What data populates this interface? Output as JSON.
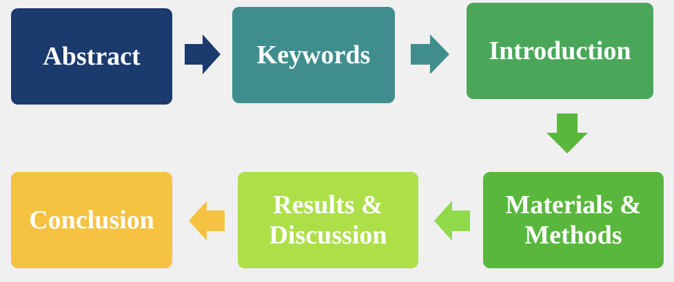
{
  "steps": [
    {
      "label": "Abstract",
      "color": "#1b3a6d"
    },
    {
      "label": "Keywords",
      "color": "#3f8e8d"
    },
    {
      "label": "Introduction",
      "color": "#4aa75a"
    },
    {
      "label": "Materials &\nMethods",
      "color": "#5ab73d"
    },
    {
      "label": "Results &\nDiscussion",
      "color": "#ade048"
    },
    {
      "label": "Conclusion",
      "color": "#f5c242"
    }
  ],
  "arrows": [
    {
      "direction": "right",
      "color": "#1b3a6d"
    },
    {
      "direction": "right",
      "color": "#3f8e8d"
    },
    {
      "direction": "down",
      "color": "#5ab73d"
    },
    {
      "direction": "left",
      "color": "#8fd94a"
    },
    {
      "direction": "left",
      "color": "#f5c242"
    }
  ]
}
